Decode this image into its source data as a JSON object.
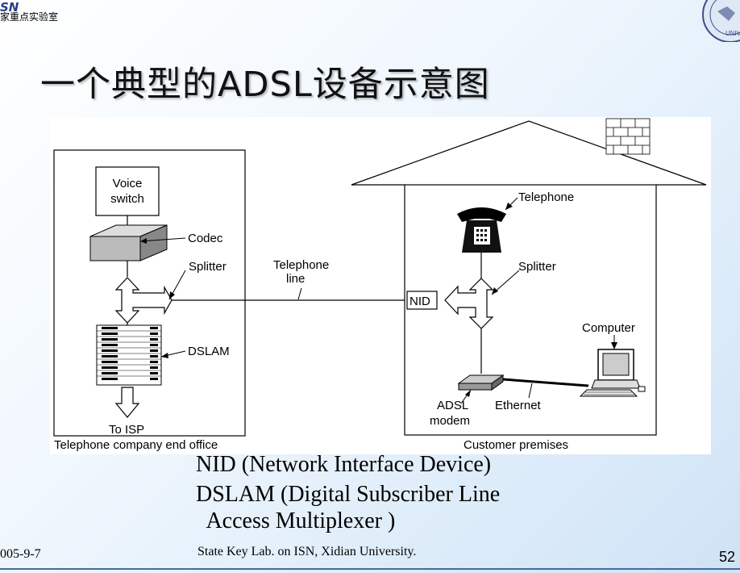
{
  "header": {
    "logo_mark": "SN",
    "logo_text": "家重点实验室",
    "seal_text": "UNIV"
  },
  "title": "一个典型的ADSL设备示意图",
  "diagram": {
    "left_box_caption": "Telephone company end office",
    "right_box_caption": "Customer premises",
    "voice_switch": [
      "Voice",
      "switch"
    ],
    "codec": "Codec",
    "splitter_left": "Splitter",
    "telephone_line": [
      "Telephone",
      "line"
    ],
    "dslam": "DSLAM",
    "to_isp": "To ISP",
    "telephone": "Telephone",
    "splitter_right": "Splitter",
    "nid": "NID",
    "computer": "Computer",
    "adsl_modem": [
      "ADSL",
      "modem"
    ],
    "ethernet": "Ethernet"
  },
  "definitions": [
    "NID (Network Interface Device)",
    "DSLAM (Digital Subscriber Line",
    "  Access Multiplexer )"
  ],
  "footer": {
    "date": "005-9-7",
    "lab": "State Key Lab. on ISN, Xidian University.",
    "page": "52"
  }
}
